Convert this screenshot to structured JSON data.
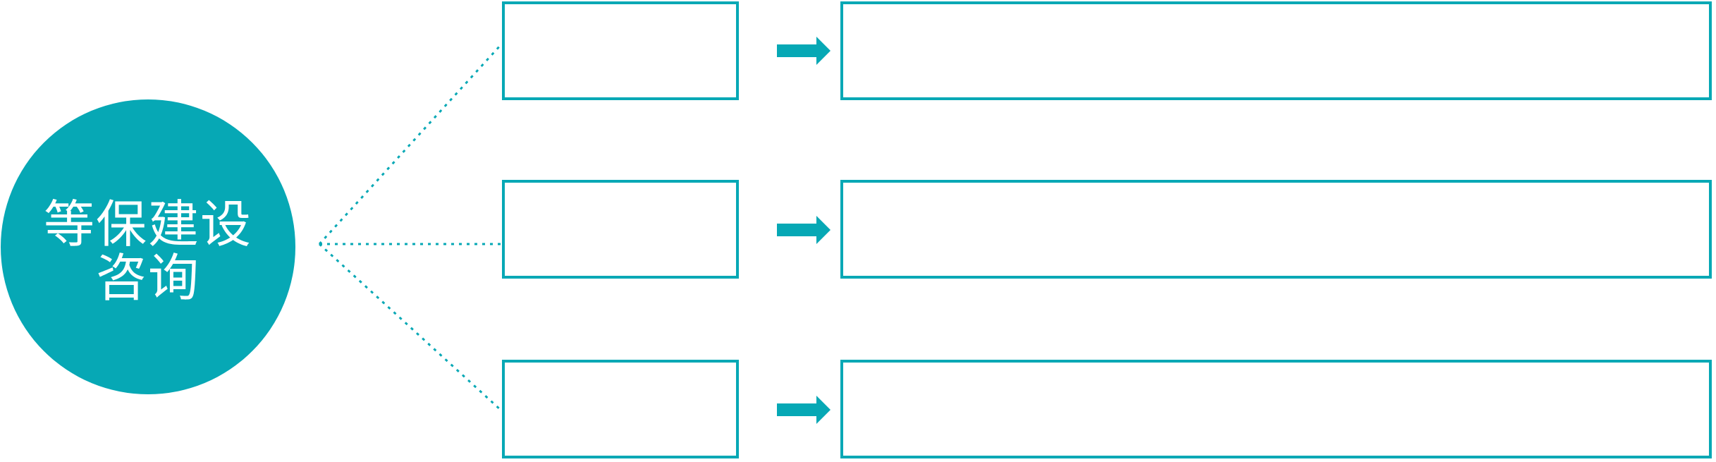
{
  "colors": {
    "accent_teal": "#06a8b5",
    "node_text": "#ffffff",
    "background": "#ffffff"
  },
  "center_node": {
    "full_label": "等保建设咨询",
    "lines": [
      "等保建设",
      "咨询"
    ]
  },
  "rows": [
    {
      "small_box_label": "",
      "large_box_label": ""
    },
    {
      "small_box_label": "",
      "large_box_label": ""
    },
    {
      "small_box_label": "",
      "large_box_label": ""
    }
  ]
}
